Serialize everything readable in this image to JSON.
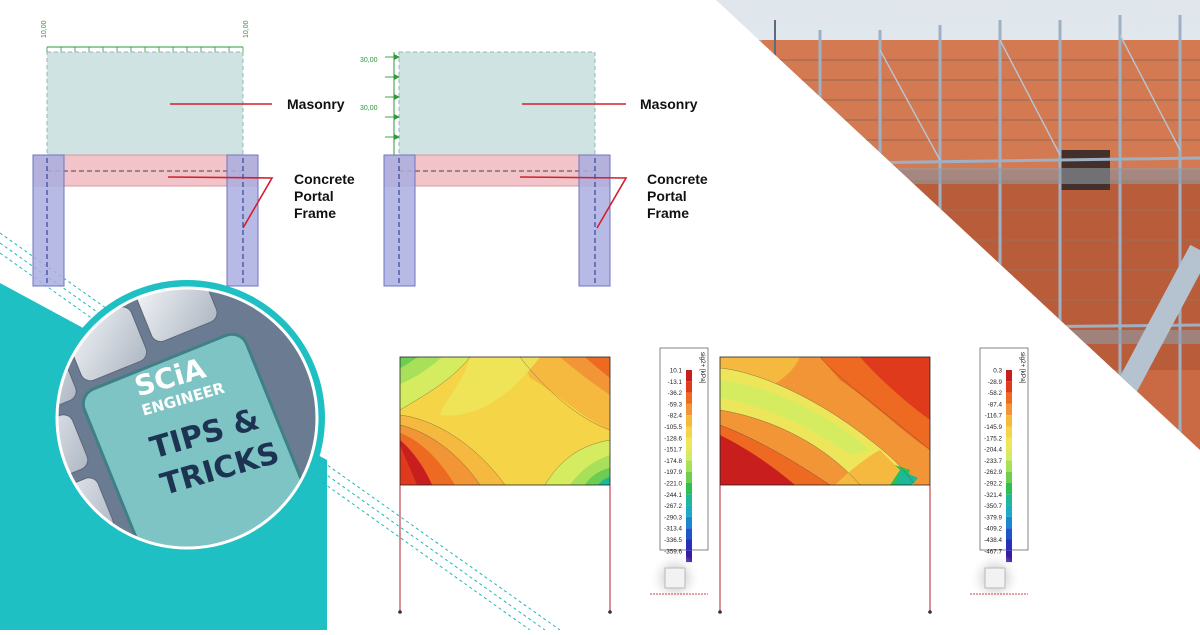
{
  "diagram_left": {
    "loads": [
      "10,00",
      "10,00"
    ],
    "masonry_label": "Masonry",
    "frame_label": [
      "Concrete",
      "Portal",
      "Frame"
    ]
  },
  "diagram_right": {
    "loads": [
      "30,00",
      "30,00"
    ],
    "masonry_label": "Masonry",
    "frame_label": [
      "Concrete",
      "Portal",
      "Frame"
    ]
  },
  "legend_left": {
    "title": "sig2+ [kPa]",
    "values": [
      "10.1",
      "-13.1",
      "-36.2",
      "-59.3",
      "-82.4",
      "-105.5",
      "-128.6",
      "-151.7",
      "-174.8",
      "-197.9",
      "-221.0",
      "-244.1",
      "-267.2",
      "-290.3",
      "-313.4",
      "-336.5",
      "-359.6"
    ]
  },
  "legend_right": {
    "title": "sig2+ [kPa]",
    "values": [
      "0.3",
      "-28.9",
      "-58.2",
      "-87.4",
      "-116.7",
      "-145.9",
      "-175.2",
      "-204.4",
      "-233.7",
      "-262.9",
      "-292.2",
      "-321.4",
      "-350.7",
      "-379.9",
      "-409.2",
      "-438.4",
      "-467.7"
    ]
  },
  "legend_colors": [
    "#c81e1e",
    "#e03a1c",
    "#ee6a22",
    "#f29536",
    "#f5b93f",
    "#f6d448",
    "#eee65a",
    "#d6ec60",
    "#a8e05a",
    "#6ccd52",
    "#2ebf53",
    "#1cb897",
    "#1fa9c6",
    "#1e86d0",
    "#1f55c8",
    "#2a2fb8",
    "#3a1aa0"
  ],
  "badge": {
    "brand": "SCiA",
    "product": "ENGINEER",
    "line1": "TIPS &",
    "line2": "TRICKS"
  },
  "colors": {
    "masonry_fill": "#cfe3e2",
    "beam_fill": "#f2c3c9",
    "column_fill": "#aaaee0",
    "leader": "#d41f2c",
    "teal": "#1fc0c4",
    "key_cap": "#7ec4c4"
  }
}
